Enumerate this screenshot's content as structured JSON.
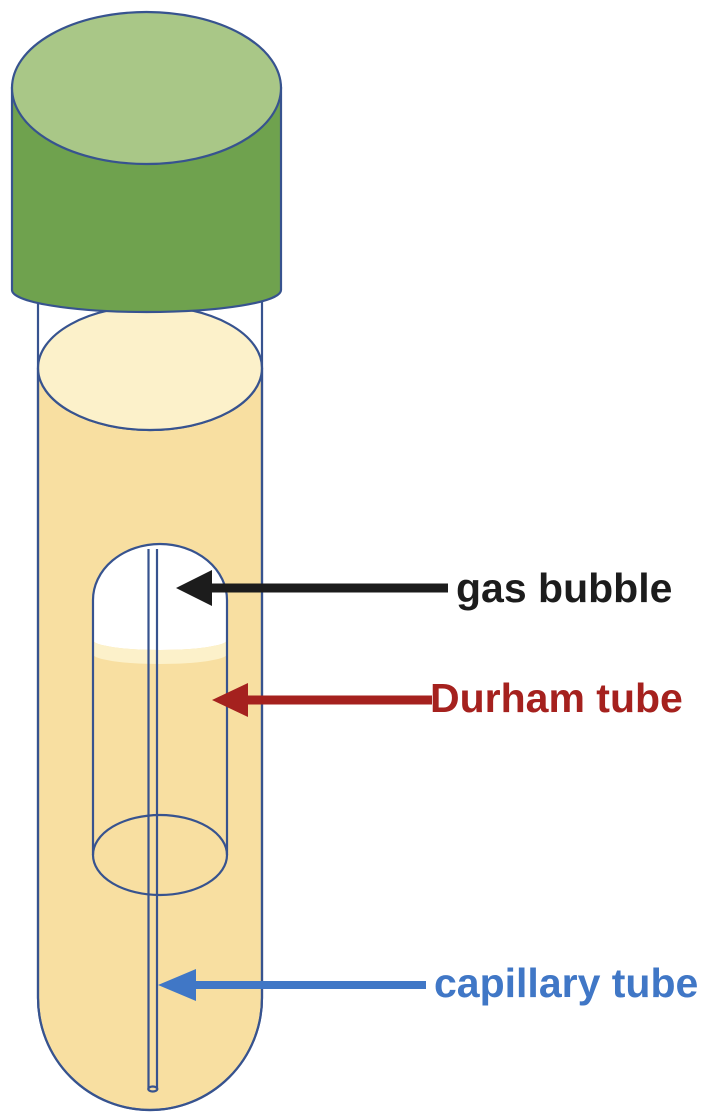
{
  "labels": {
    "gas_bubble": {
      "text": "gas bubble",
      "color": "#1c1c1c"
    },
    "durham_tube": {
      "text": "Durham tube",
      "color": "#a5211e"
    },
    "capillary_tube": {
      "text": "capillary tube",
      "color": "#4077c6"
    }
  },
  "colors": {
    "background": "#ffffff",
    "outline": "#37538f",
    "cap_top": "#a9c787",
    "cap_body": "#6fa24e",
    "medium": "#f8dfa1",
    "medium_surface": "#fcf1ca",
    "gas_bubble_fill": "#ffffff"
  }
}
